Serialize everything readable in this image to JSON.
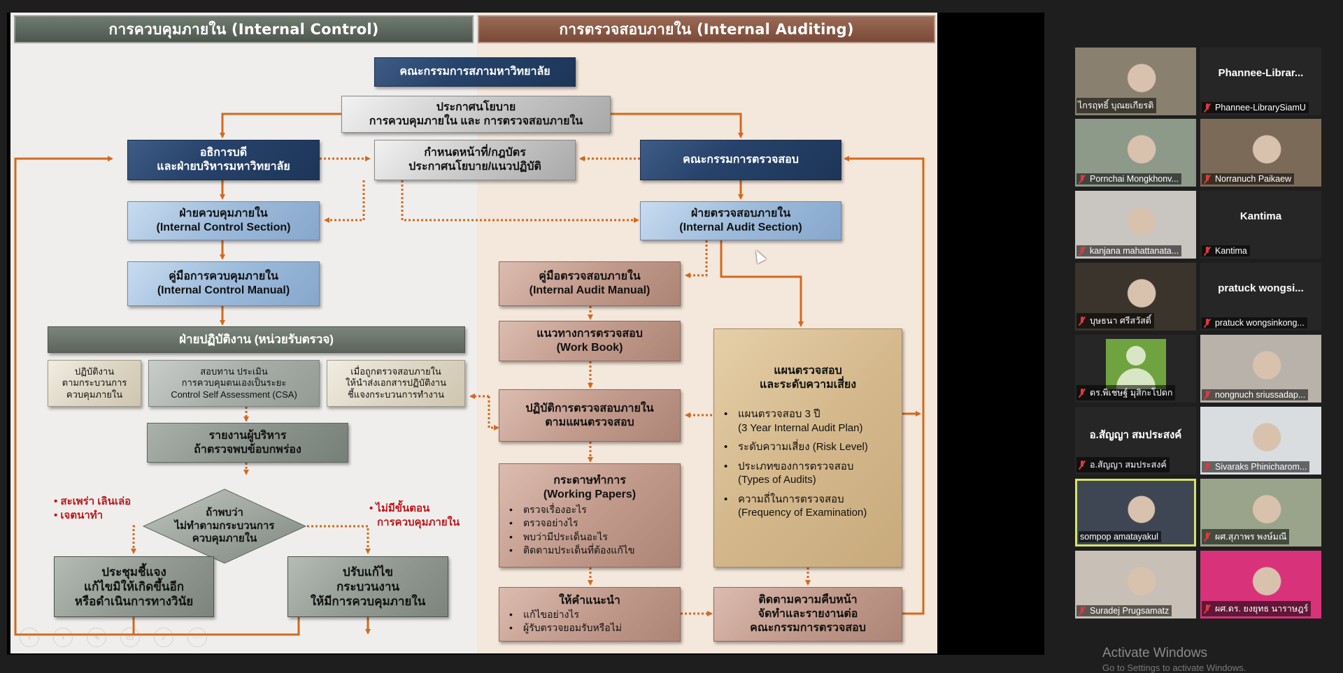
{
  "slide": {
    "header_left": "การควบคุมภายใน  (Internal Control)",
    "header_right": "การตรวจสอบภายใน  (Internal Auditing)",
    "board": "คณะกรรมการสภามหาวิทยาลัย",
    "policy": [
      "ประกาศนโยบาย",
      "การควบคุมภายใน และ การตรวจสอบภายใน"
    ],
    "rector": [
      "อธิการบดี",
      "และฝ่ายบริหารมหาวิทยาลัย"
    ],
    "duties": [
      "กำหนดหน้าที่/กฎบัตร",
      "ประกาศนโยบาย/แนวปฏิบัติ"
    ],
    "audit_committee": "คณะกรรมการตรวจสอบ",
    "ic_section": [
      "ฝ่ายควบคุมภายใน",
      "(Internal Control Section)"
    ],
    "ia_section": [
      "ฝ่ายตรวจสอบภายใน",
      "(Internal Audit Section)"
    ],
    "ic_manual": [
      "คู่มือการควบคุมภายใน",
      "(Internal Control Manual)"
    ],
    "ia_manual": [
      "คู่มือตรวจสอบภายใน",
      "(Internal Audit Manual)"
    ],
    "operations": "ฝ่ายปฏิบัติงาน (หน่วยรับตรวจ)",
    "op_sub1": [
      "ปฏิบัติงาน",
      "ตามกระบวนการ",
      "ควบคุมภายใน"
    ],
    "op_sub2": [
      "สอบทาน ประเมิน",
      "การควบคุมตนเองเป็นระยะ",
      "Control Self Assessment (CSA)"
    ],
    "op_sub3": [
      "เมื่อถูกตรวจสอบภายใน",
      "ให้นำส่งเอกสารปฏิบัติงาน",
      "ชี้แจงกระบวนการทำงาน"
    ],
    "workbook": [
      "แนวทางการตรวจสอบ",
      "(Work Book)"
    ],
    "practice": [
      "ปฏิบัติการตรวจสอบภายใน",
      "ตามแผนตรวจสอบ"
    ],
    "report": [
      "รายงานผู้บริหาร",
      "ถ้าตรวจพบข้อบกพร่อง"
    ],
    "diamond": [
      "ถ้าพบว่า",
      "ไม่ทำตามกระบวนการ",
      "ควบคุมภายใน"
    ],
    "red_left": [
      "• สะเพร่า เลินเล่อ",
      "• เจตนาทำ"
    ],
    "red_right": [
      "• ไม่มีขั้นตอน",
      "การควบคุมภายใน"
    ],
    "meeting": [
      "ประชุมชี้แจง",
      "แก้ไขมิให้เกิดขึ้นอีก",
      "หรือดำเนินการทางวินัย"
    ],
    "fix": [
      "ปรับแก้ไข",
      "กระบวนงาน",
      "ให้มีการควบคุมภายใน"
    ],
    "plan": {
      "title": [
        "แผนตรวจสอบ",
        "และระดับความเสี่ยง"
      ],
      "items": [
        [
          "แผนตรวจสอบ 3 ปี",
          "(3 Year Internal Audit Plan)"
        ],
        [
          "ระดับความเสี่ยง (Risk Level)"
        ],
        [
          "ประเภทของการตรวจสอบ",
          "(Types of Audits)"
        ],
        [
          "ความถี่ในการตรวจสอบ",
          "(Frequency of Examination)"
        ]
      ]
    },
    "working_papers": {
      "title": [
        "กระดาษทำการ",
        "(Working Papers)"
      ],
      "items": [
        "ตรวจเรื่องอะไร",
        "ตรวจอย่างไร",
        "พบว่ามีประเด็นอะไร",
        "ติดตามประเด็นที่ต้องแก้ไข"
      ]
    },
    "advice": {
      "title": "ให้คำแนะนำ",
      "items": [
        "แก้ไขอย่างไร",
        "ผู้รับตรวจยอมรับหรือไม่"
      ]
    },
    "follow": [
      "ติดตามความคืบหน้า",
      "จัดทำและรายงานต่อ",
      "คณะกรรมการตรวจสอบ"
    ],
    "controls": [
      "previous-icon",
      "next-icon",
      "pen-icon",
      "slides-icon",
      "zoom-icon",
      "more-icon"
    ]
  },
  "colors": {
    "arrow": "#d2691e",
    "red_text": "#c0141a",
    "active_speaker": "#d6e36a"
  },
  "participants": [
    {
      "display": "video",
      "name": "ไกรฤทธิ์ บุณยเกียรติ",
      "muted": false,
      "bg": "#8a8070"
    },
    {
      "display": "name",
      "big": "Phannee-Librar...",
      "name": "Phannee-LibrarySiamU",
      "muted": true
    },
    {
      "display": "video",
      "name": "Pornchai Mongkhonv...",
      "muted": true,
      "bg": "#8d9a8a"
    },
    {
      "display": "video",
      "name": "Norranuch Paikaew",
      "muted": true,
      "bg": "#7c6a58"
    },
    {
      "display": "video",
      "name": "kanjana mahattanata...",
      "muted": true,
      "bg": "#c9c6c2"
    },
    {
      "display": "name",
      "big": "Kantima",
      "name": "Kantima",
      "muted": true
    },
    {
      "display": "video",
      "name": "บุษธนา ศรีสวัสดิ์",
      "muted": true,
      "bg": "#3a342c"
    },
    {
      "display": "name",
      "big": "pratuck  wongsi...",
      "name": "pratuck wongsinkong...",
      "muted": true
    },
    {
      "display": "avatar",
      "name": "ดร.พิเชษฐ์ มุสิกะโปดก",
      "muted": true
    },
    {
      "display": "video",
      "name": "nongnuch sriussadap...",
      "muted": true,
      "bg": "#b8b2aa"
    },
    {
      "display": "name",
      "big": "อ.สัญญา สมประสงค์",
      "name": "อ.สัญญา สมประสงค์",
      "muted": true
    },
    {
      "display": "video",
      "name": "Sivaraks Phinicharom...",
      "muted": true,
      "bg": "#d9dde0"
    },
    {
      "display": "video",
      "name": "sompop amatayakul",
      "muted": false,
      "active": true,
      "bg": "#3e4654"
    },
    {
      "display": "video",
      "name": "ผศ.สุภาพร พงษ์มณี",
      "muted": true,
      "bg": "#9aa48a"
    },
    {
      "display": "video",
      "name": "Suradej Prugsamatz",
      "muted": true,
      "bg": "#c8c0b6"
    },
    {
      "display": "video",
      "name": "ผศ.ดร. ยงยุทธ  นาราษฎร์",
      "muted": true,
      "bg": "#d8337a"
    }
  ],
  "watermark": {
    "line1": "Activate Windows",
    "line2": "Go to Settings to activate Windows."
  }
}
